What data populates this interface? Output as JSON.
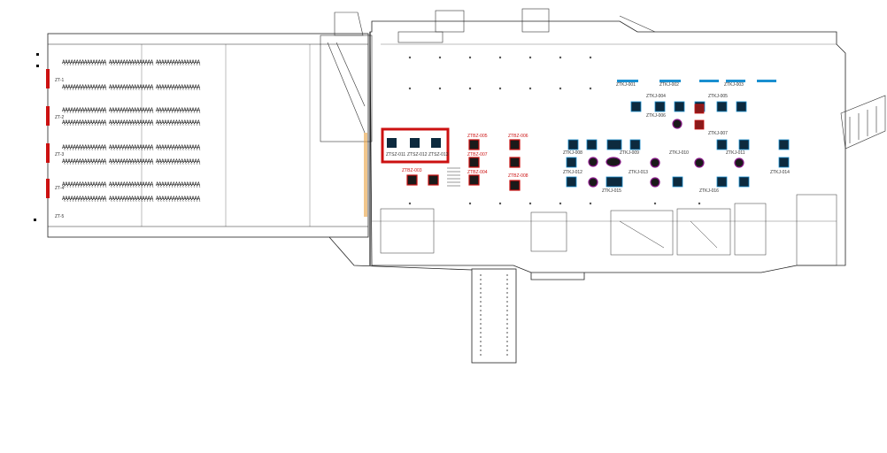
{
  "map": {
    "highlight_color": "#cc1111",
    "booth_color": "#0d2a3e",
    "accent_blue": "#1a8fd0",
    "circle_ring": "#8a1a8a"
  },
  "parking": {
    "rows": [
      {
        "text": "ĄĄĄĄĄĄĄĄĄĄĄĄĄĄĄĄ  ĄĄĄĄĄĄĄĄĄĄĄĄĄĄĄĄ  ĄĄĄĄĄĄĄĄĄĄĄĄĄĄĄĄ"
      },
      {
        "text": "ĄĄĄĄĄĄĄĄĄĄĄĄĄĄĄĄ  ĄĄĄĄĄĄĄĄĄĄĄĄĄĄĄĄ  ĄĄĄĄĄĄĄĄĄĄĄĄĄĄĄĄ"
      },
      {
        "text": "ĄĄĄĄĄĄĄĄĄĄĄĄĄĄĄĄ  ĄĄĄĄĄĄĄĄĄĄĄĄĄĄĄĄ  ĄĄĄĄĄĄĄĄĄĄĄĄĄĄĄĄ"
      },
      {
        "text": "ĄĄĄĄĄĄĄĄĄĄĄĄĄĄĄĄ  ĄĄĄĄĄĄĄĄĄĄĄĄĄĄĄĄ  ĄĄĄĄĄĄĄĄĄĄĄĄĄĄĄĄ"
      },
      {
        "text": "ĄĄĄĄĄĄĄĄĄĄĄĄĄĄĄĄ  ĄĄĄĄĄĄĄĄĄĄĄĄĄĄĄĄ  ĄĄĄĄĄĄĄĄĄĄĄĄĄĄĄĄ"
      },
      {
        "text": "ĄĄĄĄĄĄĄĄĄĄĄĄĄĄĄĄ  ĄĄĄĄĄĄĄĄĄĄĄĄĄĄĄĄ  ĄĄĄĄĄĄĄĄĄĄĄĄĄĄĄĄ"
      },
      {
        "text": "ĄĄĄĄĄĄĄĄĄĄĄĄĄĄĄĄ  ĄĄĄĄĄĄĄĄĄĄĄĄĄĄĄĄ  ĄĄĄĄĄĄĄĄĄĄĄĄĄĄĄĄ"
      },
      {
        "text": "ĄĄĄĄĄĄĄĄĄĄĄĄĄĄĄĄ  ĄĄĄĄĄĄĄĄĄĄĄĄĄĄĄĄ  ĄĄĄĄĄĄĄĄĄĄĄĄĄĄĄĄ"
      }
    ],
    "side_tags": [
      "ZT-1",
      "ZT-2",
      "ZT-3",
      "ZT-4",
      "ZT-5"
    ]
  },
  "highlighted_units": [
    {
      "label": "ZTSZ-011"
    },
    {
      "label": "ZTSZ-012"
    },
    {
      "label": "ZTSZ-013"
    }
  ],
  "red_units": [
    {
      "label": "ZTBZ-005"
    },
    {
      "label": "ZTBZ-006"
    },
    {
      "label": "ZTBZ-007"
    },
    {
      "label": "ZTBZ-008"
    },
    {
      "label": "ZTBZ-004"
    },
    {
      "label": "ZTBZ-003"
    }
  ],
  "blue_units": [
    {
      "label": "ZTKJ-001"
    },
    {
      "label": "ZTKJ-002"
    },
    {
      "label": "ZTKJ-003"
    },
    {
      "label": "ZTKJ-004"
    },
    {
      "label": "ZTKJ-005"
    },
    {
      "label": "ZTKJ-006"
    },
    {
      "label": "ZTKJ-007"
    },
    {
      "label": "ZTKJ-008"
    },
    {
      "label": "ZTKJ-009"
    },
    {
      "label": "ZTKJ-010"
    },
    {
      "label": "ZTKJ-011"
    },
    {
      "label": "ZTKJ-012"
    },
    {
      "label": "ZTKJ-013"
    },
    {
      "label": "ZTKJ-014"
    },
    {
      "label": "ZTKJ-015"
    },
    {
      "label": "ZTKJ-016"
    }
  ]
}
